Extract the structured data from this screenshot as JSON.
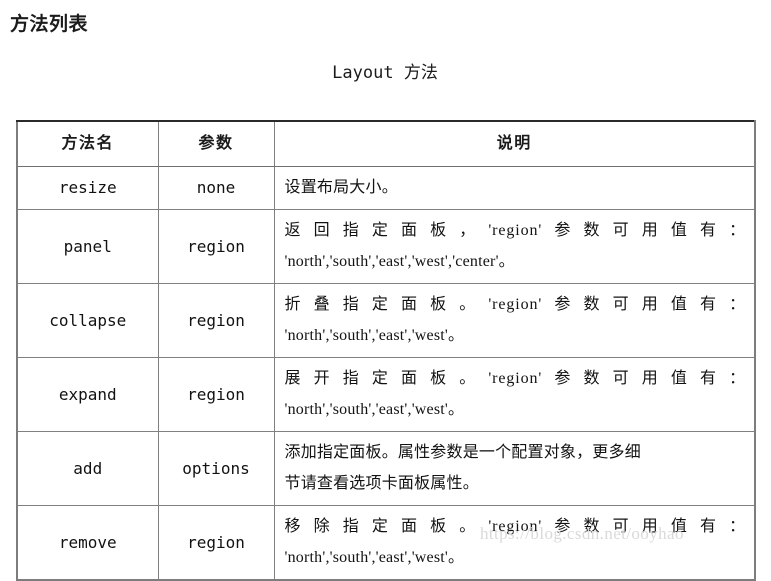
{
  "page": {
    "title": "方法列表",
    "caption": "Layout 方法",
    "watermark": "https://blog.csdn.net/ooyhao",
    "background_color": "#ffffff",
    "text_color": "#121212",
    "border_color": "#808080",
    "watermark_color": "#d9d9d9"
  },
  "table": {
    "columns": [
      {
        "key": "name",
        "label": "方法名"
      },
      {
        "key": "param",
        "label": "参数"
      },
      {
        "key": "desc",
        "label": "说明"
      }
    ],
    "rows": [
      {
        "name": "resize",
        "param": "none",
        "desc_line1": "设置布局大小。",
        "desc_line2": "",
        "justified": false
      },
      {
        "name": "panel",
        "param": "region",
        "desc_line1": "返回指定面板，'region'参数可用值有：",
        "desc_line2": "'north','south','east','west','center'。",
        "justified": true
      },
      {
        "name": "collapse",
        "param": "region",
        "desc_line1": "折叠指定面板。'region'参数可用值有：",
        "desc_line2": "'north','south','east','west'。",
        "justified": true
      },
      {
        "name": "expand",
        "param": "region",
        "desc_line1": "展开指定面板。'region'参数可用值有：",
        "desc_line2": "'north','south','east','west'。",
        "justified": true
      },
      {
        "name": "add",
        "param": "options",
        "desc_line1": "添加指定面板。属性参数是一个配置对象，更多细",
        "desc_line2": "节请查看选项卡面板属性。",
        "justified": false
      },
      {
        "name": "remove",
        "param": "region",
        "desc_line1": "移除指定面板。'region'参数可用值有：",
        "desc_line2": "'north','south','east','west'。",
        "justified": true
      }
    ]
  }
}
